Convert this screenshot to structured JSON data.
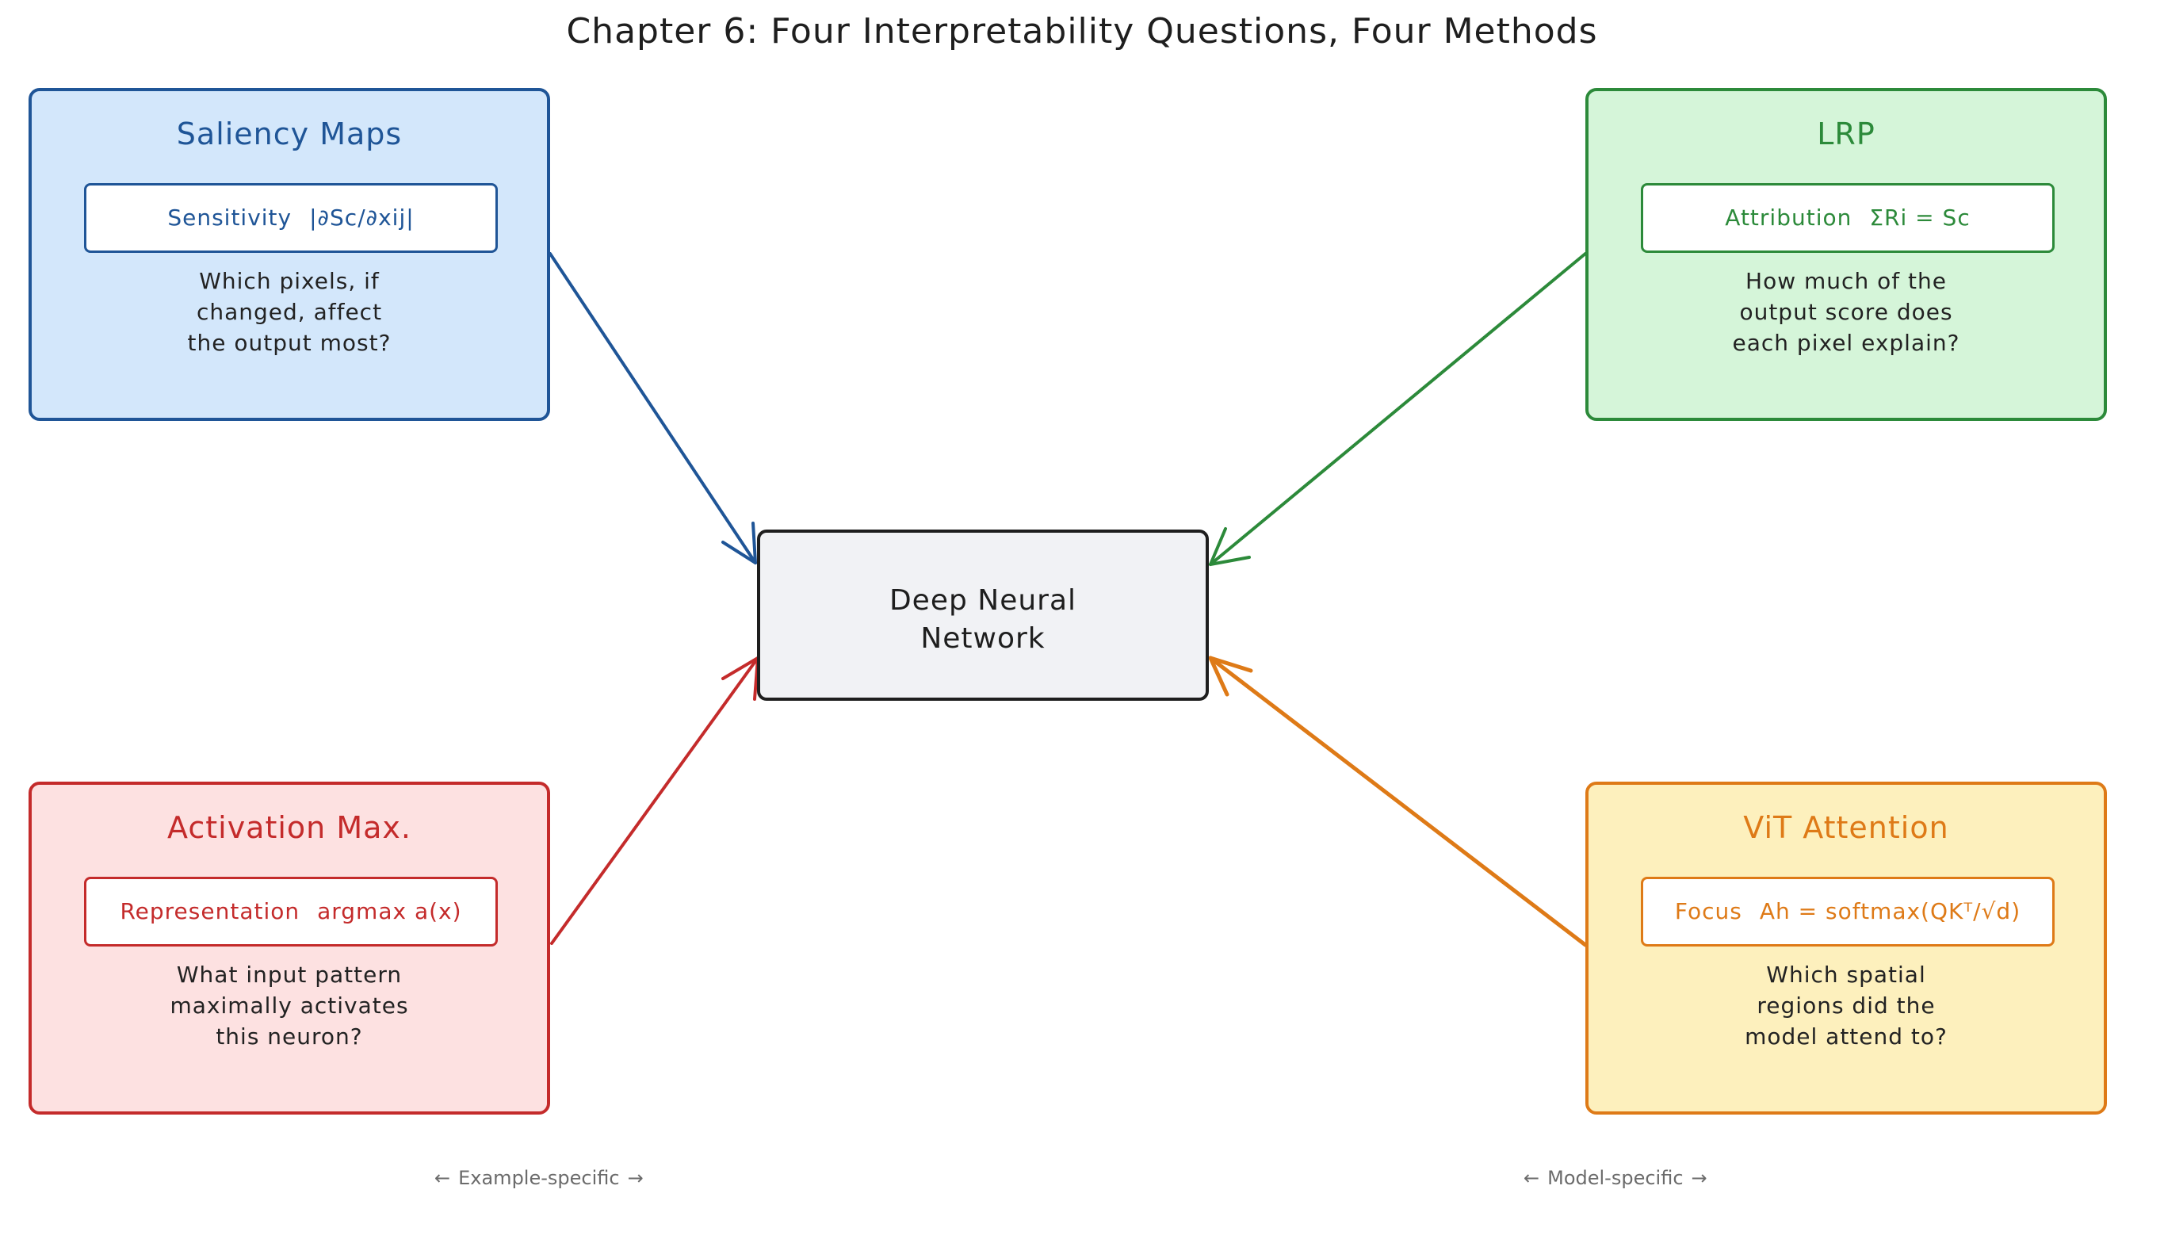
{
  "title": "Chapter 6: Four Interpretability Questions, Four Methods",
  "center": {
    "line1": "Deep Neural",
    "line2": "Network"
  },
  "methods": {
    "saliency": {
      "title": "Saliency Maps",
      "formula_label": "Sensitivity",
      "formula": "|∂Sc/∂xij|",
      "question": [
        "Which pixels, if",
        "changed, affect",
        "the output most?"
      ],
      "color": "#1f5597",
      "fill": "#d3e7fb"
    },
    "lrp": {
      "title": "LRP",
      "formula_label": "Attribution",
      "formula": "ΣRi = Sc",
      "question": [
        "How much of the",
        "output score does",
        "each pixel explain?"
      ],
      "color": "#2c8a3a",
      "fill": "#d5f5d9"
    },
    "activation_max": {
      "title": "Activation Max.",
      "formula_label": "Representation",
      "formula": "argmax a(x)",
      "question": [
        "What input pattern",
        "maximally activates",
        "this neuron?"
      ],
      "color": "#c42b2b",
      "fill": "#fde1e1"
    },
    "vit_attention": {
      "title": "ViT Attention",
      "formula_label": "Focus",
      "formula": "Ah = softmax(QKᵀ/√d)",
      "question": [
        "Which spatial",
        "regions did the",
        "model attend to?"
      ],
      "color": "#de7a17",
      "fill": "#fdf0bd"
    }
  },
  "footnotes": {
    "left": "Example-specific",
    "right": "Model-specific",
    "arrow_left": "←",
    "arrow_right": "→"
  }
}
